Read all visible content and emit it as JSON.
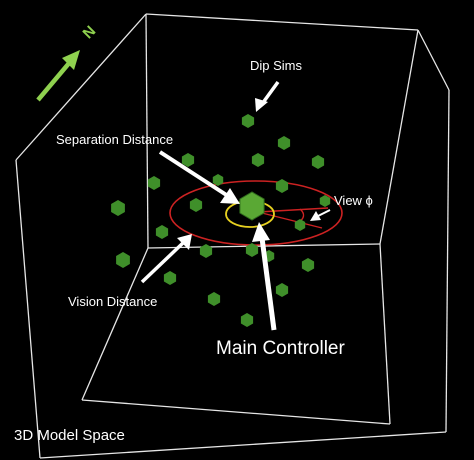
{
  "labels": {
    "compass": "N",
    "dip_sims": "Dip Sims",
    "separation_distance": "Separation Distance",
    "view_phi": "View ϕ",
    "vision_distance": "Vision Distance",
    "main_controller": "Main Controller",
    "model_space": "3D Model Space"
  },
  "colors": {
    "box_edges": "#e6e6e6",
    "agents": "#3f8f2a",
    "main_agent": "#5aa834",
    "vision_ring": "#cc2222",
    "separation_ring": "#e6d020",
    "north_arrow": "#8fd14f",
    "arrows": "#ffffff"
  }
}
